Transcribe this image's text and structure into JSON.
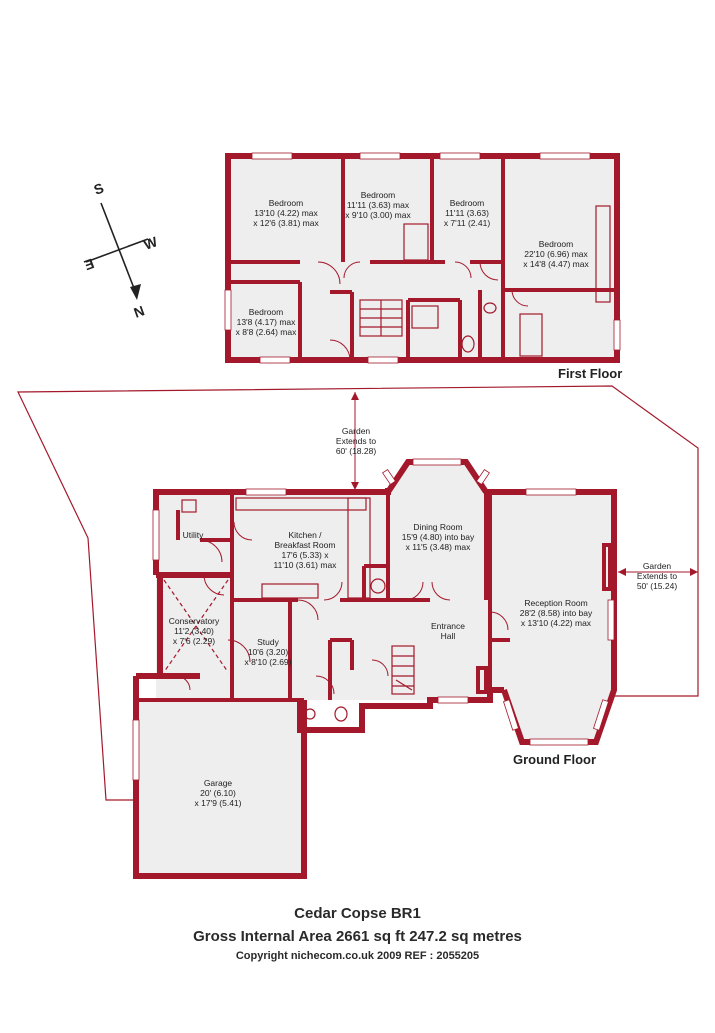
{
  "floors": {
    "first": "First Floor",
    "ground": "Ground Floor"
  },
  "compass": {
    "s": "S",
    "w": "W",
    "e": "E",
    "n": "N"
  },
  "first_floor_rooms": [
    {
      "name": "Bedroom",
      "dim1": "13'10 (4.22) max",
      "dim2": "x 12'6 (3.81) max"
    },
    {
      "name": "Bedroom",
      "dim1": "11'11 (3.63) max",
      "dim2": "x 9'10 (3.00) max"
    },
    {
      "name": "Bedroom",
      "dim1": "11'11 (3.63)",
      "dim2": "x 7'11 (2.41)"
    },
    {
      "name": "Bedroom",
      "dim1": "22'10 (6.96) max",
      "dim2": "x 14'8 (4.47) max"
    },
    {
      "name": "Bedroom",
      "dim1": "13'8 (4.17) max",
      "dim2": "x 8'8 (2.64) max"
    }
  ],
  "ground_floor_rooms": {
    "utility": {
      "name": "Utility"
    },
    "kitchen": {
      "name1": "Kitchen /",
      "name2": "Breakfast Room",
      "dim1": "17'6 (5.33) x",
      "dim2": "11'10 (3.61) max"
    },
    "dining": {
      "name": "Dining Room",
      "dim1": "15'9 (4.80) into bay",
      "dim2": "x 11'5 (3.48) max"
    },
    "reception": {
      "name": "Reception Room",
      "dim1": "28'2 (8.58) into bay",
      "dim2": "x 13'10 (4.22) max"
    },
    "conservatory": {
      "name": "Conservatory",
      "dim1": "11'2 (3.40)",
      "dim2": "x 7'6 (2.29)"
    },
    "study": {
      "name": "Study",
      "dim1": "10'6 (3.20)",
      "dim2": "x 8'10 (2.69)"
    },
    "hall": {
      "name1": "Entrance",
      "name2": "Hall"
    },
    "garage": {
      "name": "Garage",
      "dim1": "20' (6.10)",
      "dim2": "x 17'9 (5.41)"
    }
  },
  "garden_north": {
    "l1": "Garden",
    "l2": "Extends to",
    "l3": "60' (18.28)"
  },
  "garden_east": {
    "l1": "Garden",
    "l2": "Extends to",
    "l3": "50' (15.24)"
  },
  "footer": {
    "name": "Cedar Copse  BR1",
    "area": "Gross Internal Area 2661 sq ft 247.2 sq metres",
    "copyright": "Copyright nichecom.co.uk 2009    REF : 2055205"
  },
  "colors": {
    "wall": "#a3192b",
    "floor": "#eeeeee",
    "text": "#222222"
  }
}
